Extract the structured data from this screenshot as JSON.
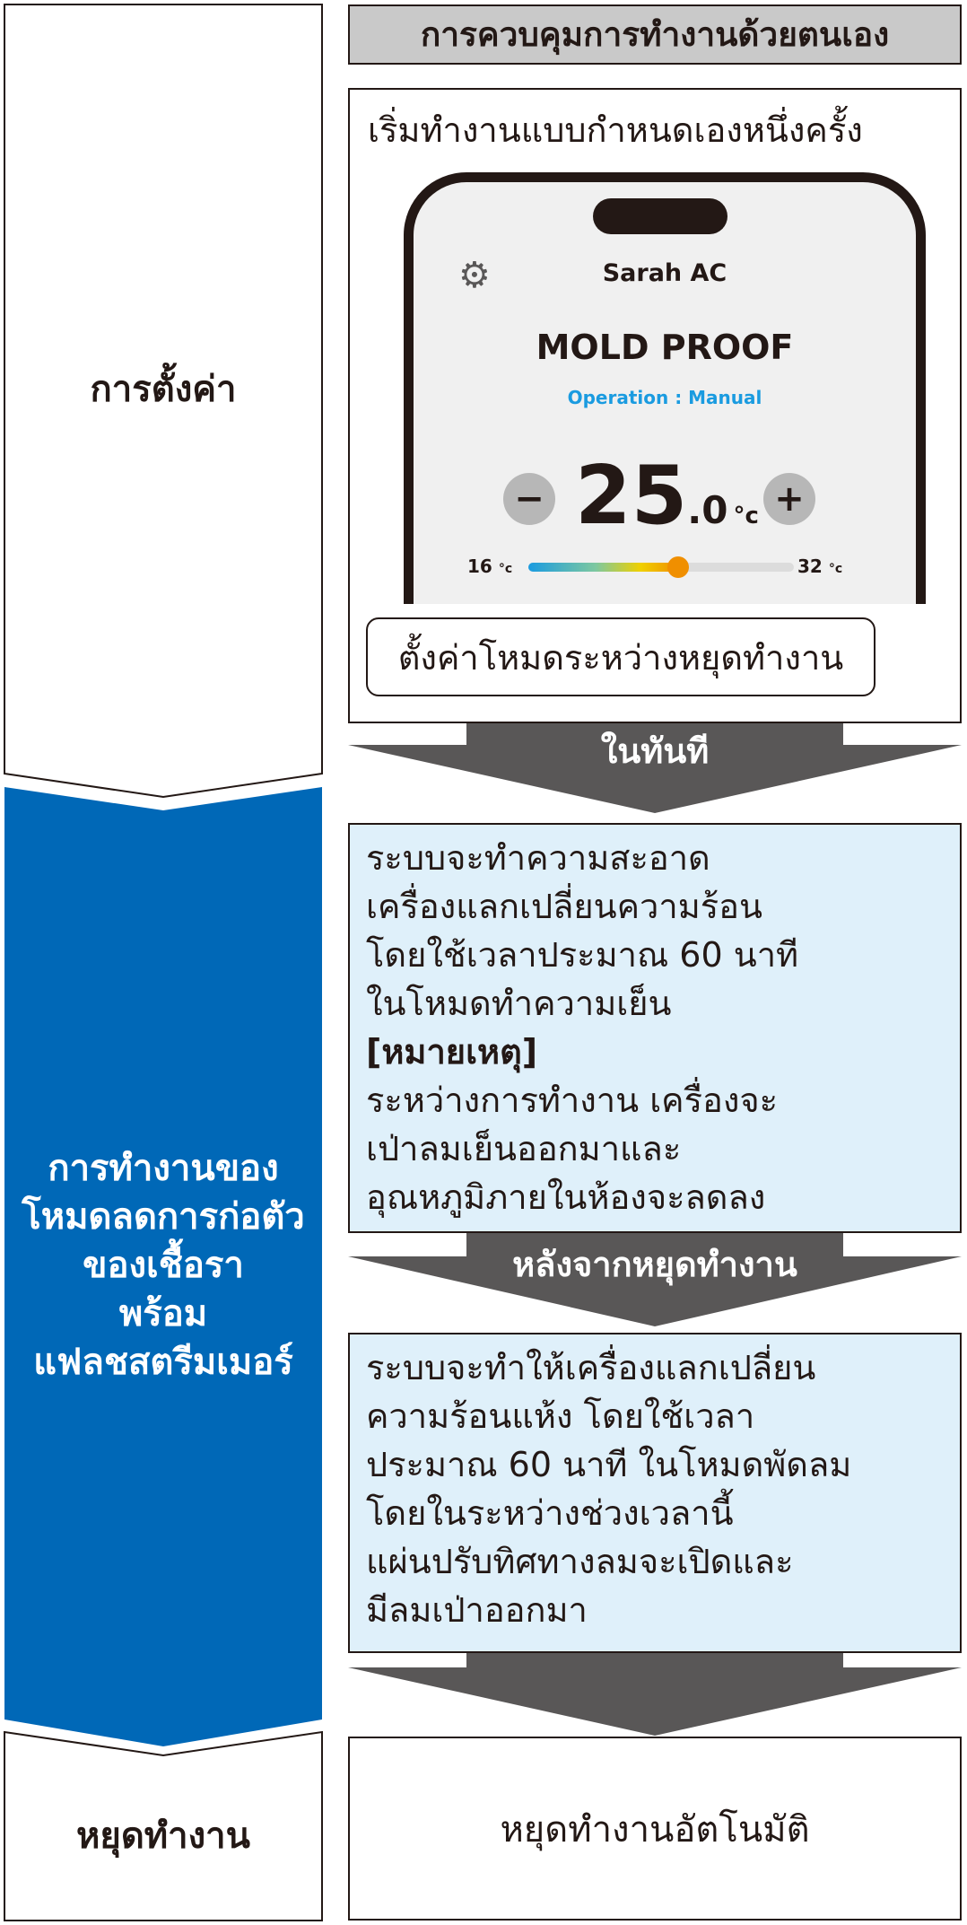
{
  "colors": {
    "blue_band": "#0068b7",
    "arrow_gray": "#595757",
    "header_gray": "#c9c9c9",
    "info_bg": "#dff0fa",
    "status_blue": "#1a9be0",
    "thumb_orange": "#f08f00"
  },
  "left_column": {
    "setting_label": "การตั้งค่า",
    "operation_label": [
      "การทำงานของ",
      "โหมดลดการก่อตัว",
      "ของเชื้อรา",
      "พร้อม",
      "แฟลชสตรีมเมอร์"
    ],
    "stop_label": "หยุดทำงาน"
  },
  "header": {
    "title": "การควบคุมการทำงานด้วยตนเอง"
  },
  "setting_panel": {
    "title": "เริ่มทำงานแบบกำหนดเองหนึ่งครั้ง",
    "phone": {
      "settings_icon": "gear-icon",
      "app_name": "Sarah AC",
      "mode_name": "MOLD PROOF",
      "operation_status": "Operation : Manual",
      "minus_symbol": "−",
      "plus_symbol": "+",
      "temperature_integer": "25",
      "temperature_decimal": ".0",
      "temperature_unit": "°c",
      "range_min": "16",
      "range_max": "32",
      "range_unit": "°c",
      "temperature_value": 25.0,
      "range_min_value": 16,
      "range_max_value": 32
    },
    "mode_button_label": "ตั้งค่าโหมดระหว่างหยุดทำงาน"
  },
  "arrows": {
    "first_label": "ในทันที",
    "second_label": "หลังจากหยุดทำงาน"
  },
  "first_step": {
    "lines": [
      "ระบบจะทำความสะอาด",
      "เครื่องแลกเปลี่ยนความร้อน",
      "โดยใช้เวลาประมาณ 60 นาที",
      "ในโหมดทำความเย็น"
    ],
    "note_title": "[หมายเหตุ]",
    "note_lines": [
      "ระหว่างการทำงาน เครื่องจะ",
      "เป่าลมเย็นออกมาและ",
      "อุณหภูมิภายในห้องจะลดลง"
    ]
  },
  "second_step": {
    "lines": [
      "ระบบจะทำให้เครื่องแลกเปลี่ยน",
      "ความร้อนแห้ง โดยใช้เวลา",
      "ประมาณ 60 นาที ในโหมดพัดลม",
      "โดยในระหว่างช่วงเวลานี้",
      "แผ่นปรับทิศทางลมจะเปิดและ",
      "มีลมเป่าออกมา"
    ]
  },
  "stop_step": {
    "text": "หยุดทำงานอัตโนมัติ"
  }
}
